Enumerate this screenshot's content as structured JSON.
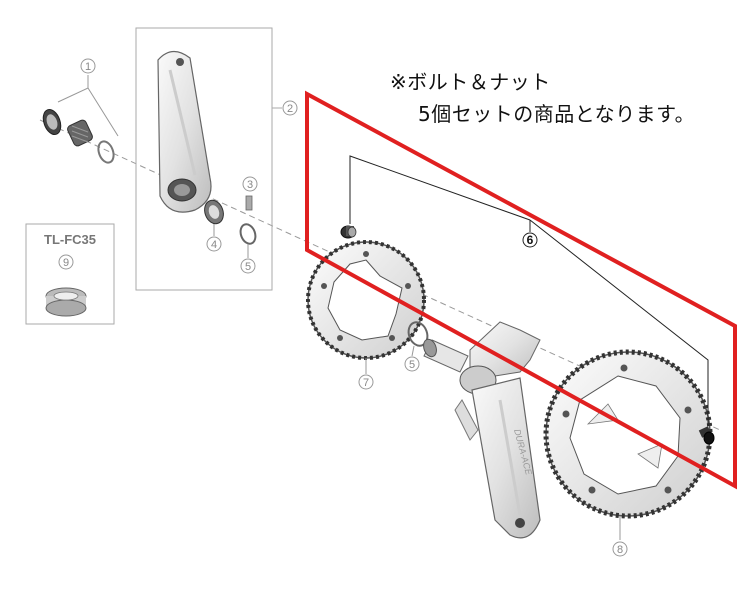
{
  "note": {
    "line1": "※ボルト＆ナット",
    "line2": "5個セットの商品となります。"
  },
  "tool": {
    "label": "TL-FC35"
  },
  "callouts": {
    "c1": "1",
    "c2": "2",
    "c3": "3",
    "c4": "4",
    "c5a": "5",
    "c5b": "5",
    "c6": "6",
    "c7": "7",
    "c8": "8",
    "c9": "9"
  },
  "crank_brand": "DURA-ACE",
  "colors": {
    "highlight": "#e02020",
    "line": "#888888",
    "part_light": "#f2f2f2",
    "part_mid": "#d0d0d0",
    "part_dark": "#555555"
  }
}
